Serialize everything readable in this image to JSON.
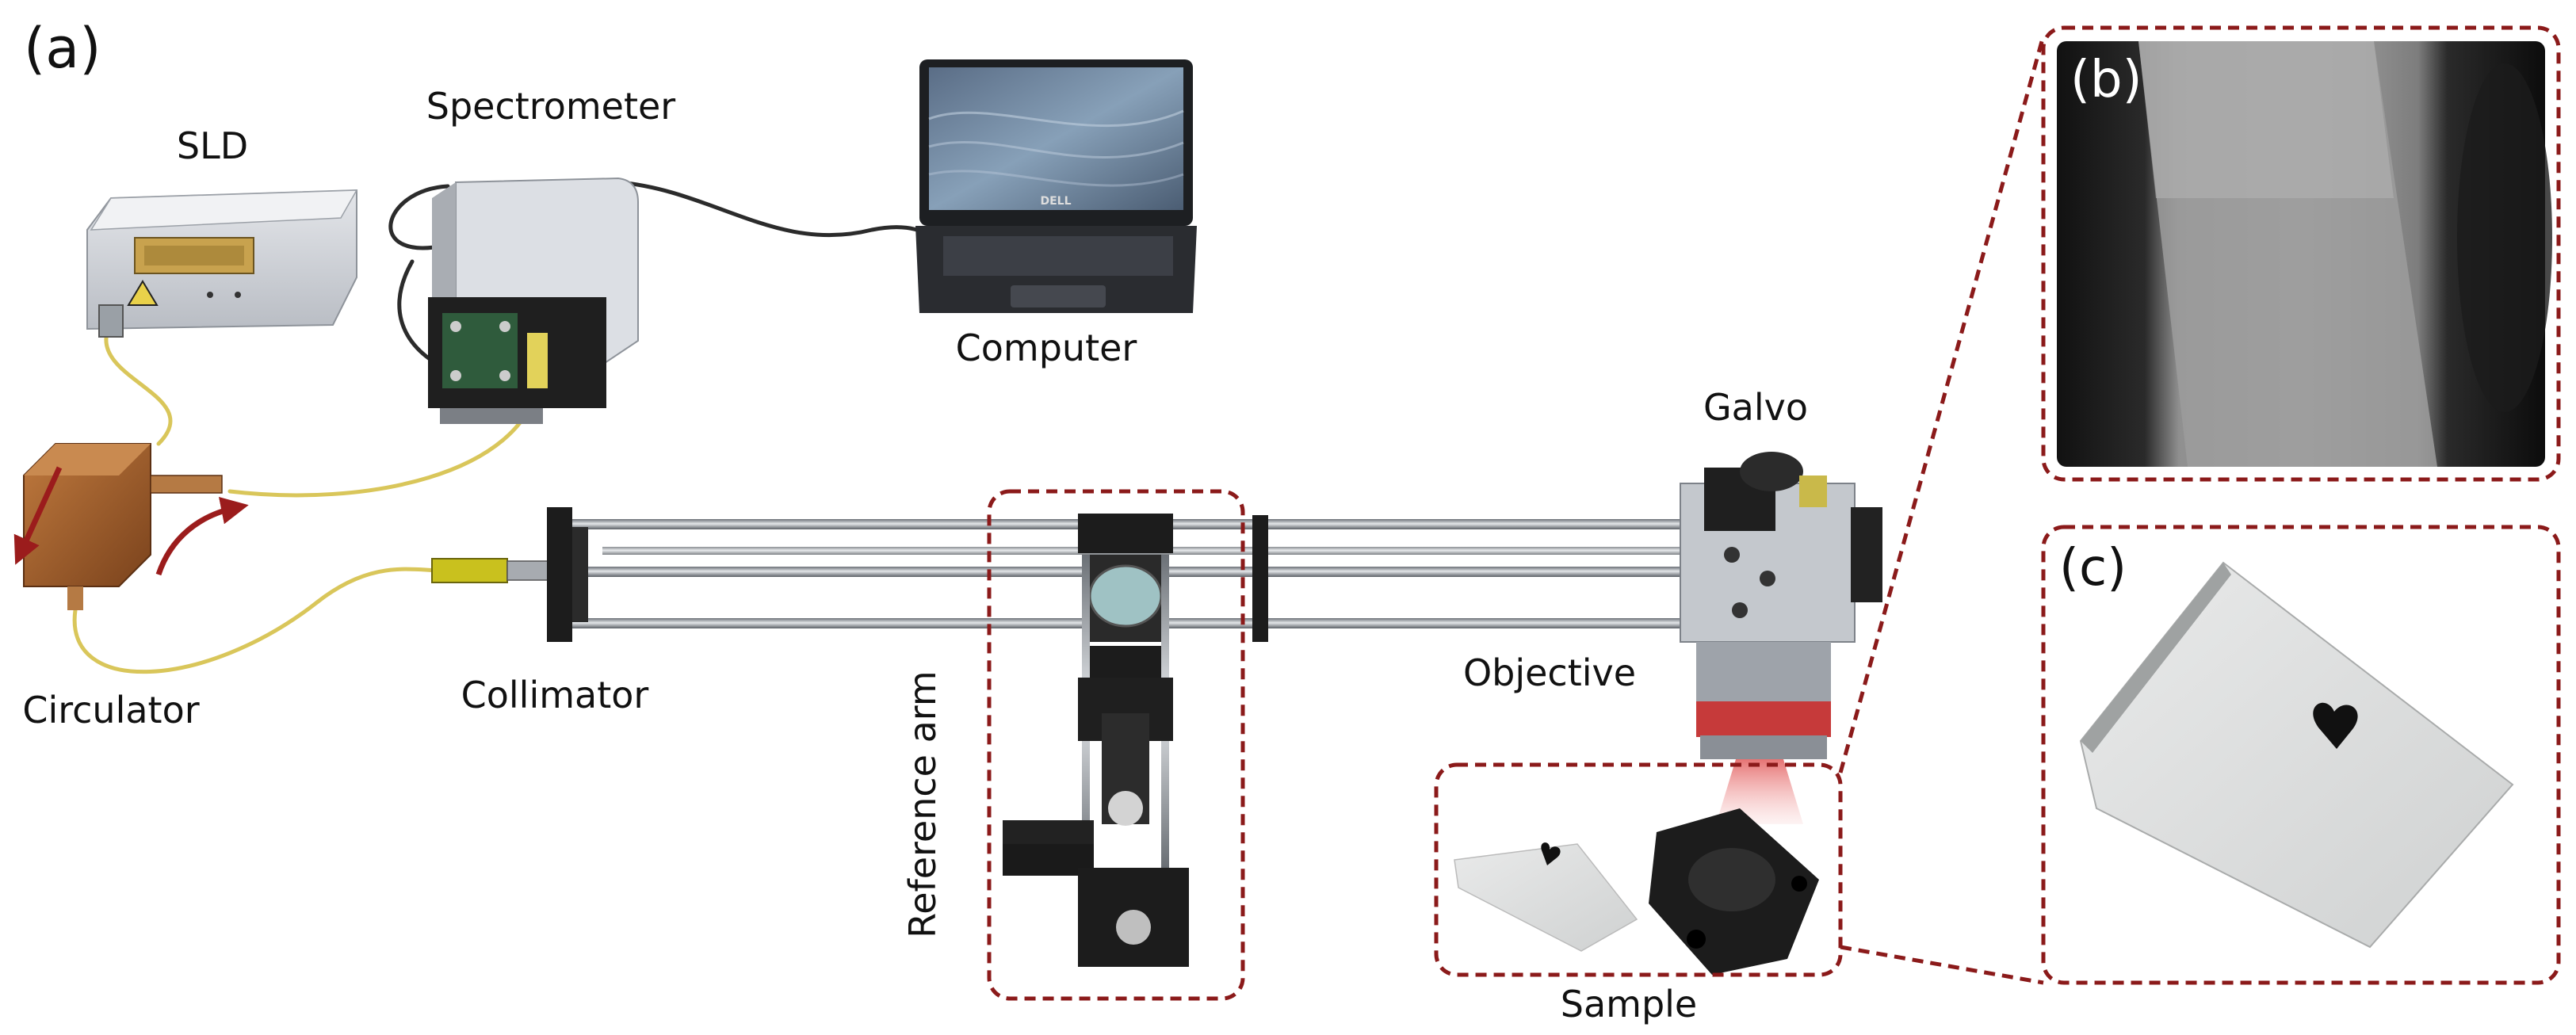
{
  "panels": {
    "a": "(a)",
    "b": "(b)",
    "c": "(c)"
  },
  "components": {
    "sld": "SLD",
    "spectrometer": "Spectrometer",
    "computer": "Computer",
    "circulator": "Circulator",
    "collimator": "Collimator",
    "reference_arm": "Reference arm",
    "galvo": "Galvo",
    "objective": "Objective",
    "sample": "Sample"
  },
  "device_text": {
    "laptop_brand": "DELL"
  },
  "colors": {
    "callout_border": "#8b1a1a",
    "fiber": "#d9c65a",
    "rail": "#9aa0a6",
    "mount": "#1c1c1c",
    "copper": "#9a5a2b",
    "arrow": "#9b1c1c",
    "beam": "#e06060"
  }
}
